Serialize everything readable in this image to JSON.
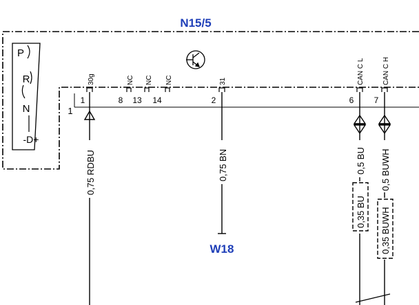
{
  "module": {
    "name": "N15/5",
    "selector_positions": [
      "P",
      "R",
      "N",
      "-D+"
    ]
  },
  "connector": {
    "label": "1",
    "pins": [
      {
        "num": "1",
        "func": "30g"
      },
      {
        "num": "8",
        "func": "NC"
      },
      {
        "num": "13",
        "func": "NC"
      },
      {
        "num": "14",
        "func": "NC"
      },
      {
        "num": "2",
        "func": "31"
      },
      {
        "num": "6",
        "func": "CAN C L"
      },
      {
        "num": "7",
        "func": "CAN C H"
      }
    ]
  },
  "wires": [
    {
      "label": "0,75 RDBU"
    },
    {
      "label": "0,75 BN",
      "ground": "W18"
    },
    {
      "label": "0,5 BU",
      "twisted_label": "0,35 BU"
    },
    {
      "label": "0,5 BUWH",
      "twisted_label": "0,35 BUWH"
    }
  ],
  "colors": {
    "label_blue": "#1f3fb8",
    "line": "#000000"
  }
}
